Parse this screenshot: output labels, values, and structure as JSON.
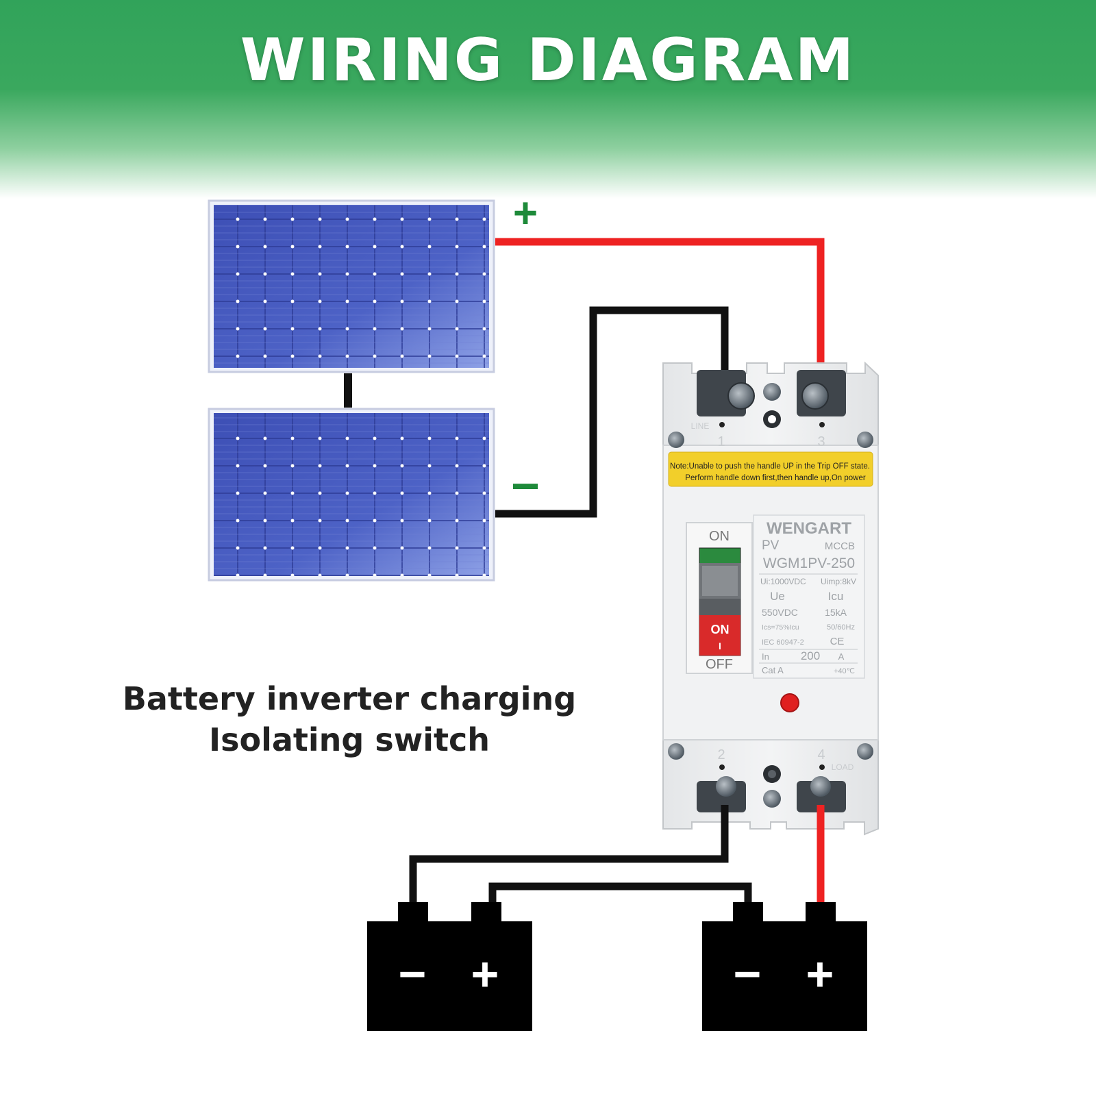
{
  "header": {
    "title": "WIRING DIAGRAM"
  },
  "panels": {
    "positive_sign": "+",
    "negative_sign": "−"
  },
  "caption": {
    "line1": "Battery inverter charging",
    "line2": "Isolating switch"
  },
  "breaker": {
    "note_line1": "Note:Unable to push the handle UP in the Trip OFF state.",
    "note_line2": "Perform handle down first,then handle up,On power",
    "brand": "WENGART",
    "type": "PV",
    "category": "MCCB",
    "model": "WGM1PV-250",
    "ui": "Ui:1000VDC",
    "uimp": "Uimp:8kV",
    "ue_label": "Ue",
    "icu_label": "Icu",
    "ue_value": "550VDC",
    "icu_value": "15kA",
    "ics": "Ics=75%Icu",
    "freq": "50/60Hz",
    "standard": "IEC 60947-2",
    "ce": "CE",
    "in_label": "In",
    "in_value": "200",
    "in_unit": "A",
    "cat": "Cat A",
    "temp": "+40℃",
    "handle_on_label": "ON",
    "handle_off_label": "OFF",
    "handle_state": "ON",
    "handle_mark": "I",
    "terminal_top_left": "1",
    "terminal_top_right": "3",
    "terminal_bottom_left": "2",
    "terminal_bottom_right": "4",
    "line_label": "LINE",
    "load_label": "LOAD"
  },
  "batteries": [
    {
      "minus": "−",
      "plus": "+"
    },
    {
      "minus": "−",
      "plus": "+"
    }
  ],
  "colors": {
    "header_green": "#31a35a",
    "wire_positive": "#ee2222",
    "wire_negative": "#111111",
    "sign_green": "#1e8a3a",
    "panel_blue": "#4a5fc0",
    "note_yellow": "#f2cf2a",
    "handle_red": "#d92a2a"
  }
}
